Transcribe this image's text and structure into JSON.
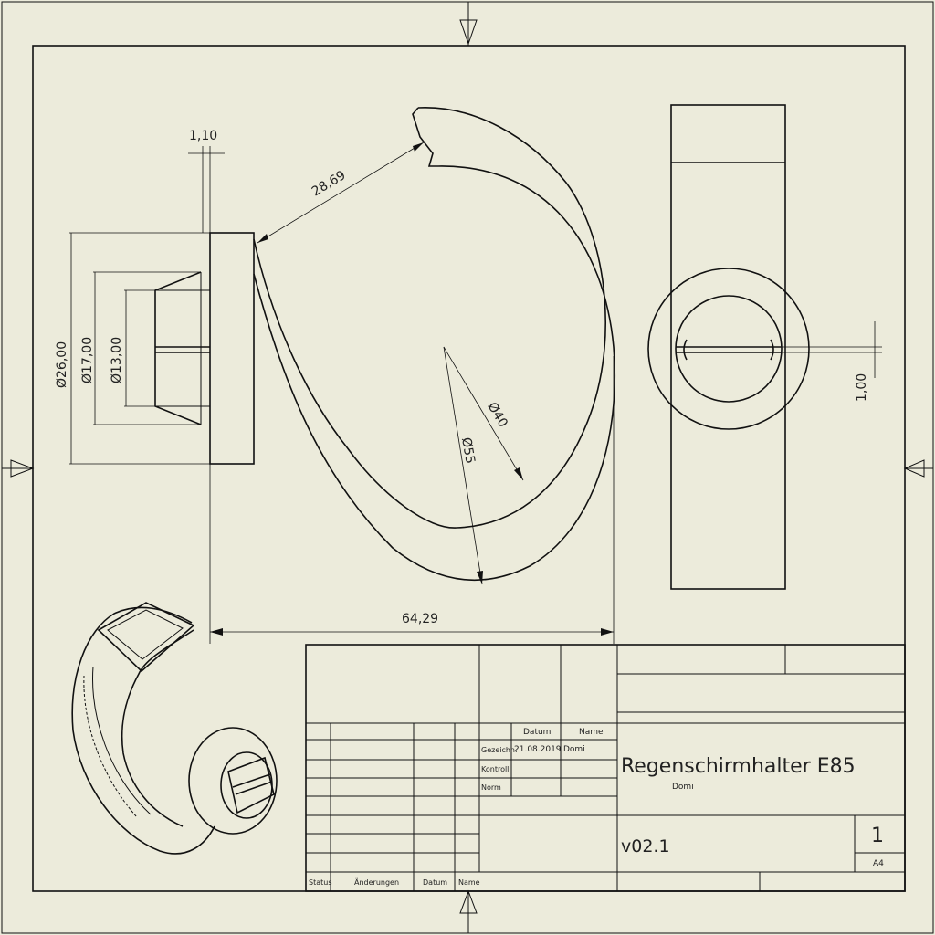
{
  "dimensions": {
    "thickness": "1,10",
    "distance": "28,69",
    "dia_26": "Ø26,00",
    "dia_17": "Ø17,00",
    "dia_13": "Ø13,00",
    "dia_40": "Ø40",
    "dia_55": "Ø55",
    "width": "64,29",
    "slot": "1,00"
  },
  "title_block": {
    "col_datum": "Datum",
    "col_name": "Name",
    "row_gezeichnet": "Gezeichn.",
    "row_kontroll": "Kontroll",
    "row_norm": "Norm",
    "drawn_date": "21.08.2019",
    "drawn_name": "Domi",
    "title": "Regenschirmhalter E85",
    "author": "Domi",
    "version": "v02.1",
    "sheet": "1",
    "format": "A4",
    "rev_status": "Status",
    "rev_changes": "Änderungen",
    "rev_datum": "Datum",
    "rev_name": "Name"
  }
}
